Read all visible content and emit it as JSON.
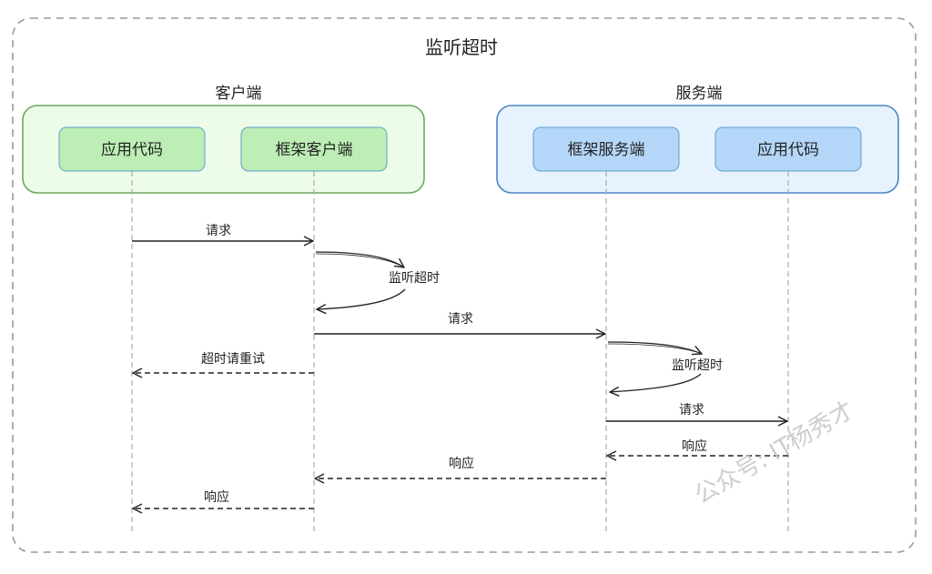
{
  "title": "监听超时",
  "groups": {
    "client": {
      "label": "客户端"
    },
    "server": {
      "label": "服务端"
    }
  },
  "participants": {
    "client_app": {
      "label": "应用代码"
    },
    "client_fw": {
      "label": "框架客户端"
    },
    "server_fw": {
      "label": "框架服务端"
    },
    "server_app": {
      "label": "应用代码"
    }
  },
  "messages": {
    "m1": "请求",
    "m2": "监听超时",
    "m3": "请求",
    "m4": "超时请重试",
    "m5": "监听超时",
    "m6": "请求",
    "m7": "响应",
    "m8": "响应",
    "m9": "响应"
  },
  "watermark": "公众号: IT杨秀才",
  "colors": {
    "client_group_bg": "#edfbe9",
    "client_group_border": "#6aaa5c",
    "client_box_bg": "#bdeeb5",
    "server_group_bg": "#e6f2fd",
    "server_group_border": "#4d85c6",
    "server_box_bg": "#b4d6f8",
    "arrow": "#222222",
    "lifeline": "#b0b0b0"
  }
}
